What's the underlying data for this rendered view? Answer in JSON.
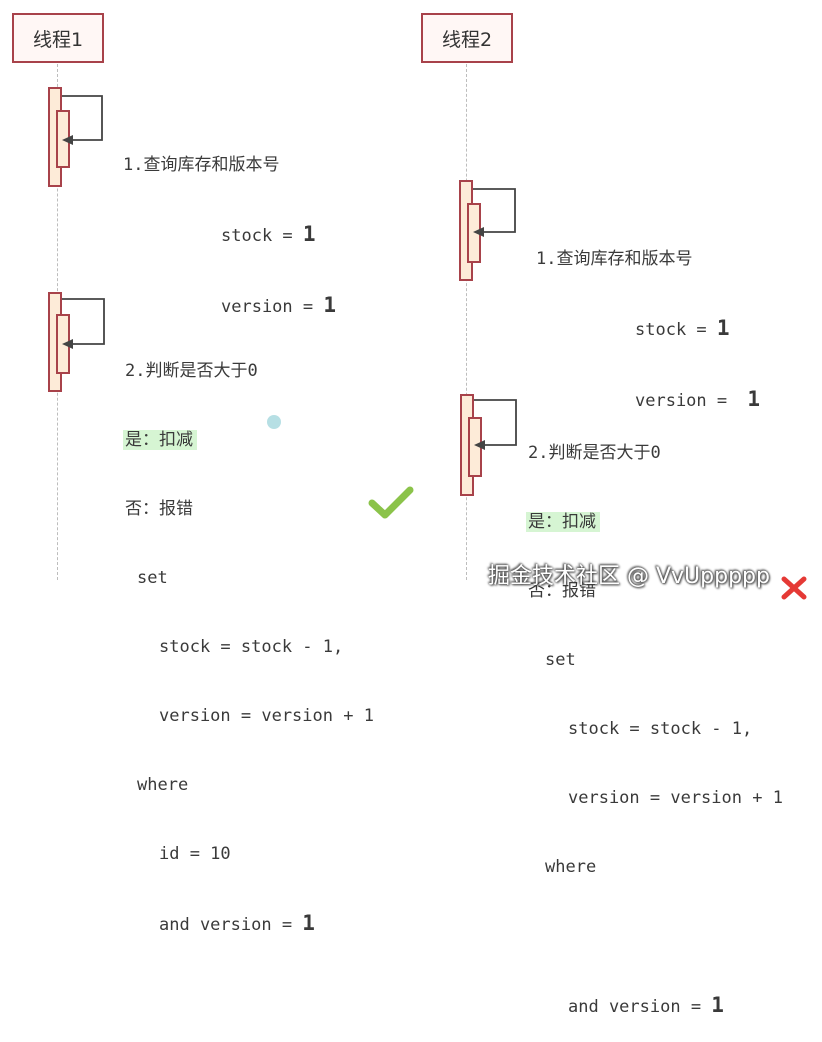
{
  "thread1": {
    "title": "线程1",
    "step1": {
      "label": "1.查询库存和版本号",
      "stock_prefix": "stock = ",
      "stock_value": "1",
      "version_prefix": "version = ",
      "version_value": "1"
    },
    "step2": {
      "label": "2.判断是否大于0",
      "yes": "是：扣减",
      "no": "否：报错",
      "sql_set": "set",
      "sql_stock": "stock = stock - 1,",
      "sql_version": "version = version + 1",
      "sql_where": "where",
      "sql_id": "id = 10",
      "sql_and_prefix": "and version = ",
      "sql_and_value": "1"
    },
    "result_icon": "check-icon"
  },
  "thread2": {
    "title": "线程2",
    "step1": {
      "label": "1.查询库存和版本号",
      "stock_prefix": "stock = ",
      "stock_value": "1",
      "version_prefix": "version = ",
      "version_value": "1"
    },
    "step2": {
      "label": "2.判断是否大于0",
      "yes": "是：扣减",
      "no": "否：报错",
      "sql_set": "set",
      "sql_stock": "stock = stock - 1,",
      "sql_version": "version = version + 1",
      "sql_where": "where",
      "sql_and_prefix": "and version = ",
      "sql_and_value": "1"
    },
    "result_icon": "cross-icon"
  },
  "watermark": "掘金技术社区 @ VvUppppp",
  "colors": {
    "border": "#a8424a",
    "activation_fill": "#fdebd8",
    "highlight": "#d6f5d3",
    "check": "#8bc34a",
    "cross": "#e53935"
  }
}
